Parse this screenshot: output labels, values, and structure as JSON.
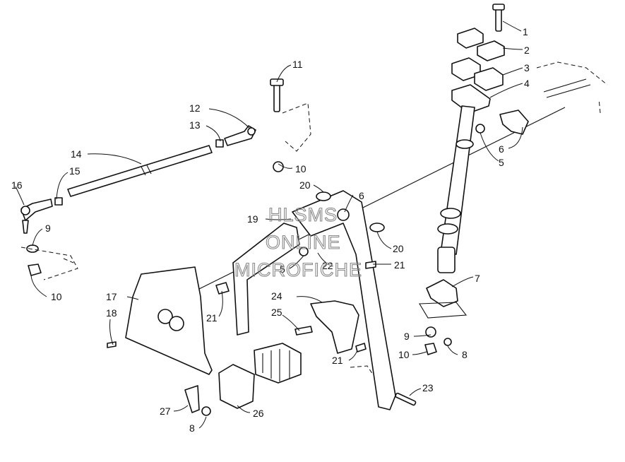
{
  "watermark": [
    "HLSMS",
    "ONLINE",
    "MICROFICHE"
  ],
  "callouts": [
    {
      "id": "c1",
      "text": "1"
    },
    {
      "id": "c2",
      "text": "2"
    },
    {
      "id": "c3",
      "text": "3"
    },
    {
      "id": "c4",
      "text": "4"
    },
    {
      "id": "c5a",
      "text": "5"
    },
    {
      "id": "c6a",
      "text": "6"
    },
    {
      "id": "c7",
      "text": "7"
    },
    {
      "id": "c8a",
      "text": "8"
    },
    {
      "id": "c9a",
      "text": "9"
    },
    {
      "id": "c10a",
      "text": "10"
    },
    {
      "id": "c11",
      "text": "11"
    },
    {
      "id": "c12",
      "text": "12"
    },
    {
      "id": "c13",
      "text": "13"
    },
    {
      "id": "c10b",
      "text": "10"
    },
    {
      "id": "c14",
      "text": "14"
    },
    {
      "id": "c15",
      "text": "15"
    },
    {
      "id": "c16",
      "text": "16"
    },
    {
      "id": "c9b",
      "text": "9"
    },
    {
      "id": "c10c",
      "text": "10"
    },
    {
      "id": "c20a",
      "text": "20"
    },
    {
      "id": "c6b",
      "text": "6"
    },
    {
      "id": "c19",
      "text": "19"
    },
    {
      "id": "c20b",
      "text": "20"
    },
    {
      "id": "c5b",
      "text": "5"
    },
    {
      "id": "c22",
      "text": "22"
    },
    {
      "id": "c21a",
      "text": "21"
    },
    {
      "id": "c17",
      "text": "17"
    },
    {
      "id": "c18",
      "text": "18"
    },
    {
      "id": "c21b",
      "text": "21"
    },
    {
      "id": "c24",
      "text": "24"
    },
    {
      "id": "c25",
      "text": "25"
    },
    {
      "id": "c21c",
      "text": "21"
    },
    {
      "id": "c23",
      "text": "23"
    },
    {
      "id": "c27",
      "text": "27"
    },
    {
      "id": "c26",
      "text": "26"
    },
    {
      "id": "c8b",
      "text": "8"
    }
  ]
}
